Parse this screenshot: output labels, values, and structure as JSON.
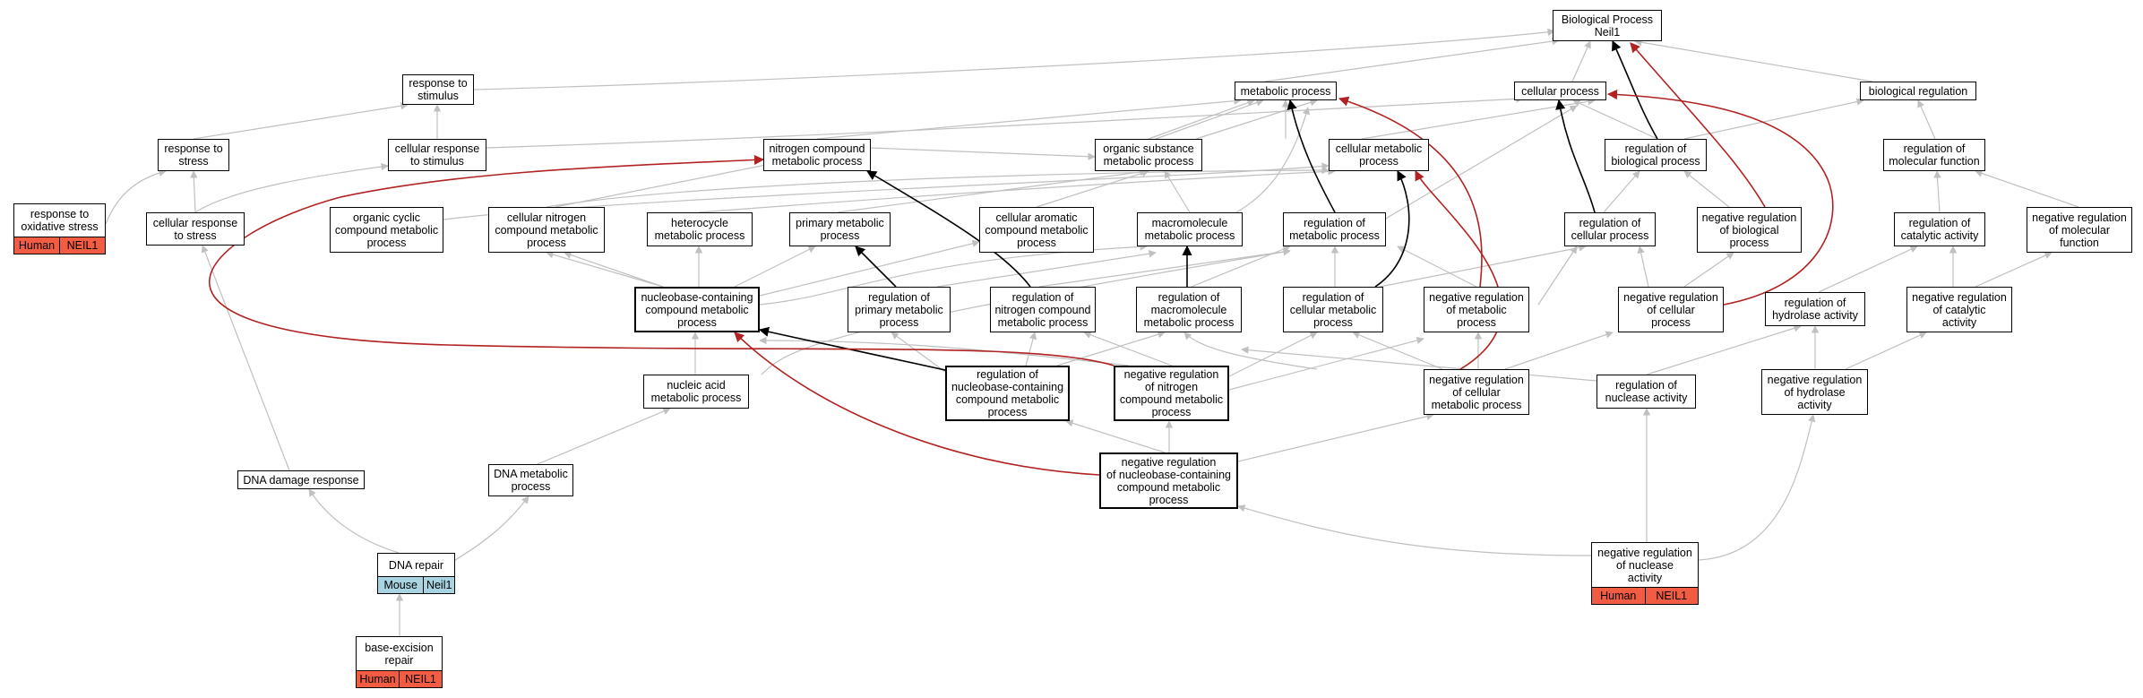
{
  "colors": {
    "edge_default": "#c0c0c0",
    "edge_strong": "#000000",
    "edge_red": "#b22222",
    "human_tag": "#f25c42",
    "mouse_tag": "#a8d3e0"
  },
  "nodes": {
    "root": "Biological Process\nNeil1",
    "metabolic_process": "metabolic process",
    "cellular_process": "cellular process",
    "biological_regulation": "biological regulation",
    "response_to_stimulus": "response to\nstimulus",
    "response_to_stress": "response to\nstress",
    "cellular_response_to_stimulus": "cellular response\nto stimulus",
    "nitrogen_compound_metabolic_process": "nitrogen compound\nmetabolic process",
    "organic_substance_metabolic_process": "organic substance\nmetabolic process",
    "cellular_metabolic_process": "cellular metabolic\nprocess",
    "regulation_of_biological_process": "regulation of\nbiological process",
    "regulation_of_molecular_function": "regulation of\nmolecular function",
    "response_to_oxidative_stress": "response to\noxidative stress",
    "cellular_response_to_stress": "cellular response\nto stress",
    "organic_cyclic_compound_metabolic_process": "organic cyclic\ncompound metabolic\nprocess",
    "cellular_nitrogen_compound_metabolic_process": "cellular nitrogen\ncompound metabolic\nprocess",
    "heterocycle_metabolic_process": "heterocycle\nmetabolic process",
    "primary_metabolic_process": "primary metabolic\nprocess",
    "cellular_aromatic_compound_metabolic_process": "cellular aromatic\ncompound metabolic\nprocess",
    "macromolecule_metabolic_process": "macromolecule\nmetabolic process",
    "regulation_of_metabolic_process": "regulation of\nmetabolic process",
    "regulation_of_cellular_process": "regulation of\ncellular process",
    "negative_regulation_of_biological_process": "negative regulation\nof biological\nprocess",
    "regulation_of_catalytic_activity": "regulation of\ncatalytic activity",
    "negative_regulation_of_molecular_function": "negative regulation\nof molecular\nfunction",
    "nucleobase_containing_compound_metabolic_process": "nucleobase-containing\ncompound metabolic\nprocess",
    "regulation_of_primary_metabolic_process": "regulation of\nprimary metabolic\nprocess",
    "regulation_of_nitrogen_compound_metabolic_process": "regulation of\nnitrogen compound\nmetabolic process",
    "regulation_of_macromolecule_metabolic_process": "regulation of\nmacromolecule\nmetabolic process",
    "regulation_of_cellular_metabolic_process": "regulation of\ncellular metabolic\nprocess",
    "negative_regulation_of_metabolic_process": "negative regulation\nof metabolic\nprocess",
    "negative_regulation_of_cellular_process": "negative regulation\nof cellular\nprocess",
    "regulation_of_hydrolase_activity": "regulation of\nhydrolase activity",
    "negative_regulation_of_catalytic_activity": "negative regulation\nof catalytic\nactivity",
    "nucleic_acid_metabolic_process": "nucleic acid\nmetabolic process",
    "regulation_of_nucleobase_containing_compound_metabolic_process": "regulation of\nnucleobase-containing\ncompound metabolic\nprocess",
    "negative_regulation_of_nitrogen_compound_metabolic_process": "negative regulation\nof nitrogen\ncompound metabolic\nprocess",
    "negative_regulation_of_cellular_metabolic_process": "negative regulation\nof cellular\nmetabolic process",
    "regulation_of_nuclease_activity": "regulation of\nnuclease activity",
    "negative_regulation_of_hydrolase_activity": "negative regulation\nof hydrolase\nactivity",
    "dna_damage_response": "DNA damage response",
    "dna_metabolic_process": "DNA metabolic\nprocess",
    "negative_regulation_of_nucleobase_containing_compound_metabolic_process": "negative regulation\nof nucleobase-containing\ncompound metabolic\nprocess"
  },
  "tagged_nodes": {
    "response_to_oxidative_stress": {
      "label": "response to\noxidative stress",
      "species": "Human",
      "gene": "NEIL1"
    },
    "dna_repair": {
      "label": "DNA repair",
      "species": "Mouse",
      "gene": "Neil1"
    },
    "base_excision_repair": {
      "label": "base-excision\nrepair",
      "species": "Human",
      "gene": "NEIL1"
    },
    "negative_regulation_of_nuclease_activity": {
      "label": "negative regulation\nof nuclease\nactivity",
      "species": "Human",
      "gene": "NEIL1"
    }
  }
}
